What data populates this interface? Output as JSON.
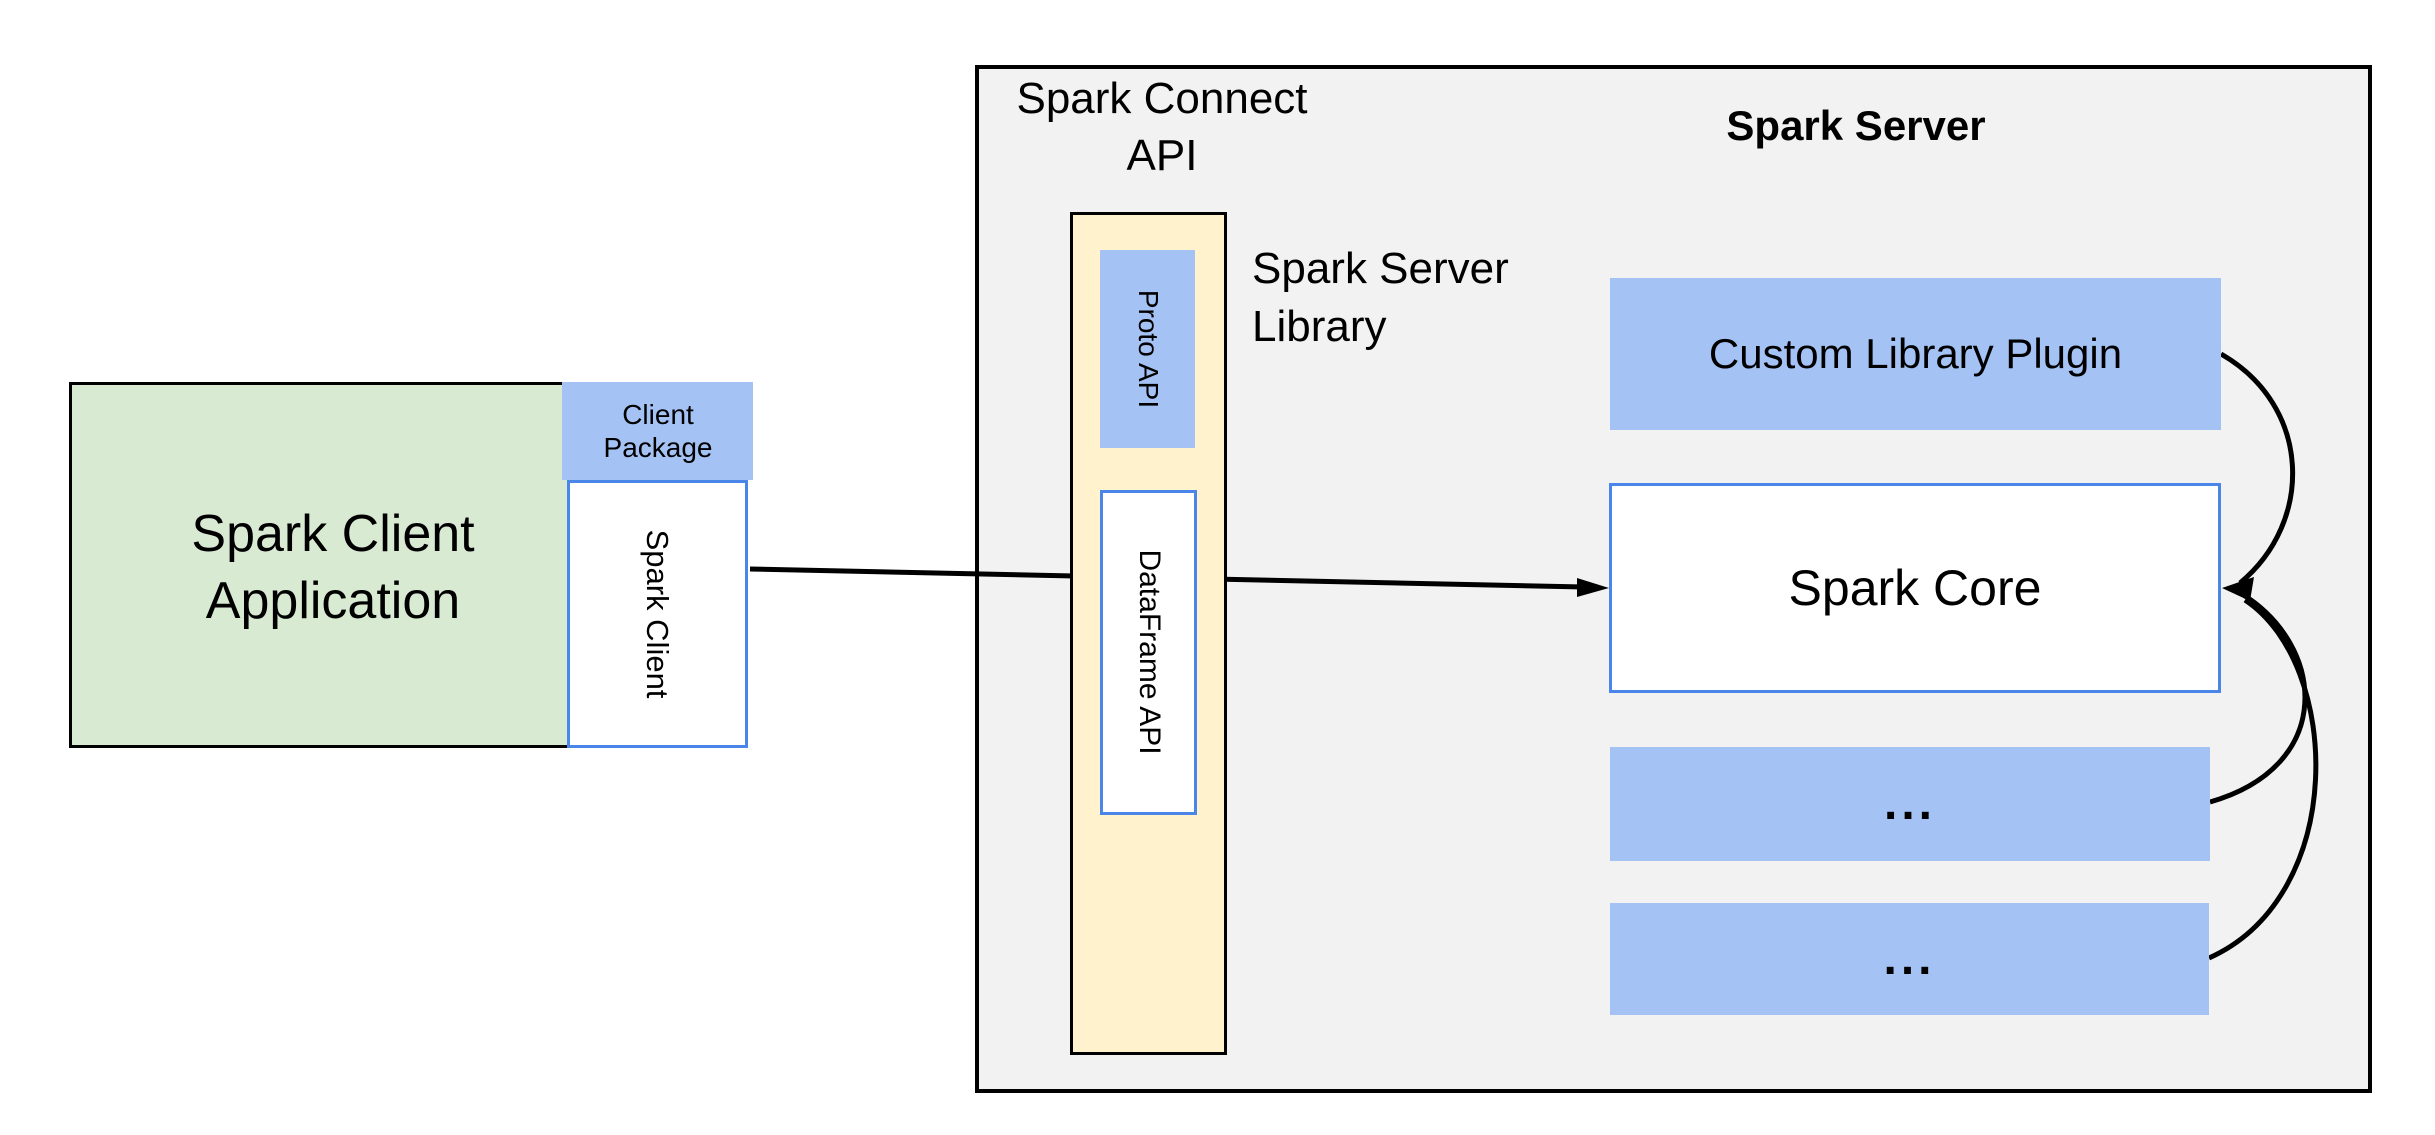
{
  "labels": {
    "client_app": {
      "line1": "Spark Client",
      "line2": "Application"
    },
    "client_package": {
      "line1": "Client",
      "line2": "Package"
    },
    "spark_client": "Spark Client",
    "spark_connect_api": {
      "line1": "Spark Connect",
      "line2": "API"
    },
    "proto_api": "Proto API",
    "dataframe_api": "DataFrame API",
    "spark_server_library": {
      "line1": "Spark Server",
      "line2": "Library"
    },
    "spark_server_title": "Spark Server",
    "custom_library_plugin": "Custom Library Plugin",
    "spark_core": "Spark Core",
    "ellipsis_1": "...",
    "ellipsis_2": "..."
  },
  "colors": {
    "green": "#d9ead3",
    "blue": "#a4c2f4",
    "yellow": "#fff2cc",
    "gray": "#f2f2f2",
    "blue_border": "#4a86e8",
    "ink": "#000000",
    "white": "#ffffff"
  }
}
